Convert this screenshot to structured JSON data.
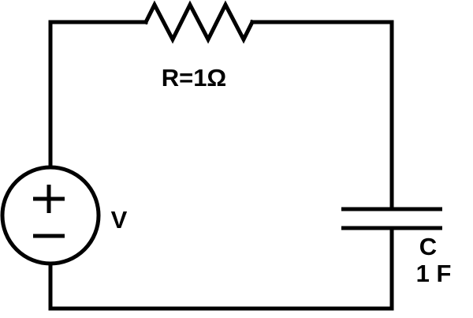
{
  "diagram": {
    "type": "circuit-schematic",
    "description": "Series RC circuit with a voltage source, a resistor on the top branch, and a capacitor on the right branch",
    "components": {
      "voltage_source": {
        "label": "V",
        "polarity_top": "+",
        "polarity_bottom": "−"
      },
      "resistor": {
        "label": "R=1Ω"
      },
      "capacitor": {
        "label": "C",
        "value": "1 F"
      }
    },
    "icons": {
      "plus-icon": "+",
      "minus-icon": "−"
    },
    "colors": {
      "stroke": "#000000",
      "background": "#ffffff"
    }
  }
}
